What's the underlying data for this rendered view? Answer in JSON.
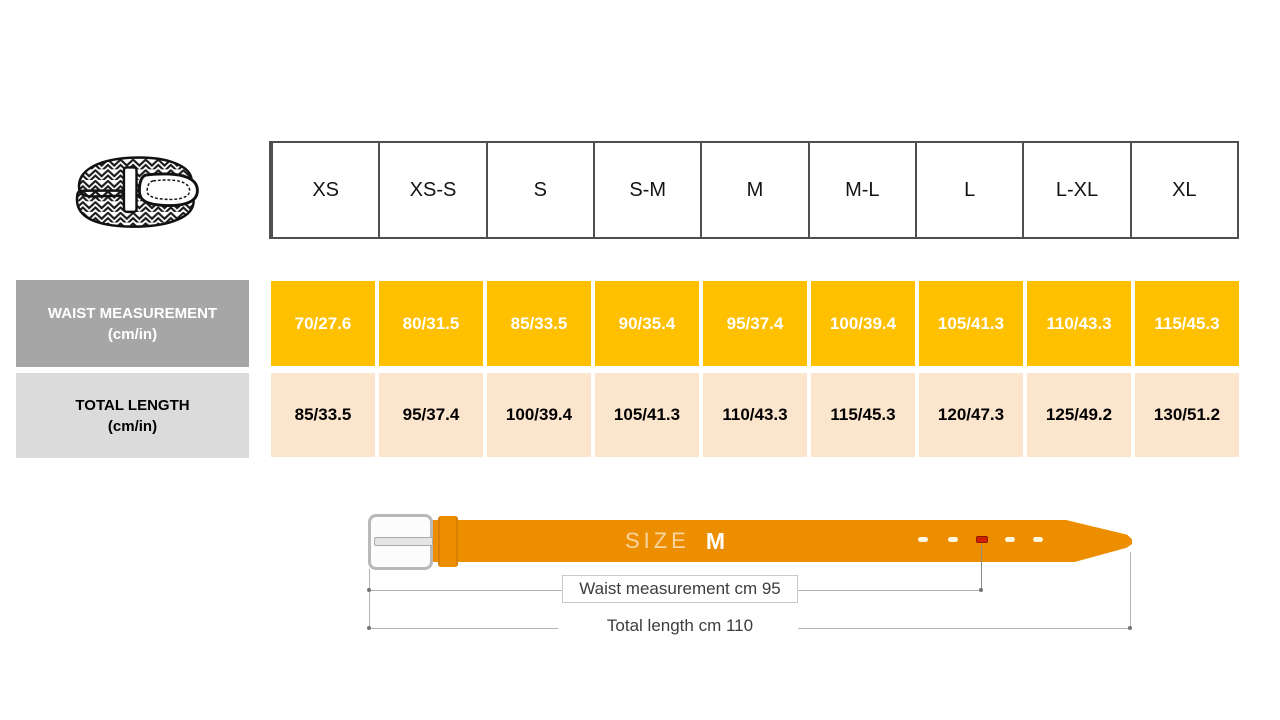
{
  "size_chart": {
    "sizes": [
      "XS",
      "XS-S",
      "S",
      "S-M",
      "M",
      "M-L",
      "L",
      "L-XL",
      "XL"
    ],
    "rows": [
      {
        "label": "WAIST MEASUREMENT",
        "unit": "(cm/in)",
        "values": [
          "70/27.6",
          "80/31.5",
          "85/33.5",
          "90/35.4",
          "95/37.4",
          "100/39.4",
          "105/41.3",
          "110/43.3",
          "115/45.3"
        ]
      },
      {
        "label": "TOTAL LENGTH",
        "unit": "(cm/in)",
        "values": [
          "85/33.5",
          "95/37.4",
          "100/39.4",
          "105/41.3",
          "110/43.3",
          "115/45.3",
          "120/47.3",
          "125/49.2",
          "130/51.2"
        ]
      }
    ]
  },
  "belt_diagram": {
    "size_label": "SIZE",
    "size_value": "M",
    "waist_annotation": "Waist measurement cm 95",
    "length_annotation": "Total length cm 110",
    "holes": 5
  },
  "colors": {
    "table_value_orange": "#FFC000",
    "table_value_peach": "#FCE5CD",
    "label_gray": "#A6A6A6",
    "label_light_gray": "#DBDBDB",
    "header_border": "#4F4F4F",
    "belt_orange": "#ED8E00",
    "selected_hole_red": "#D11F00"
  }
}
